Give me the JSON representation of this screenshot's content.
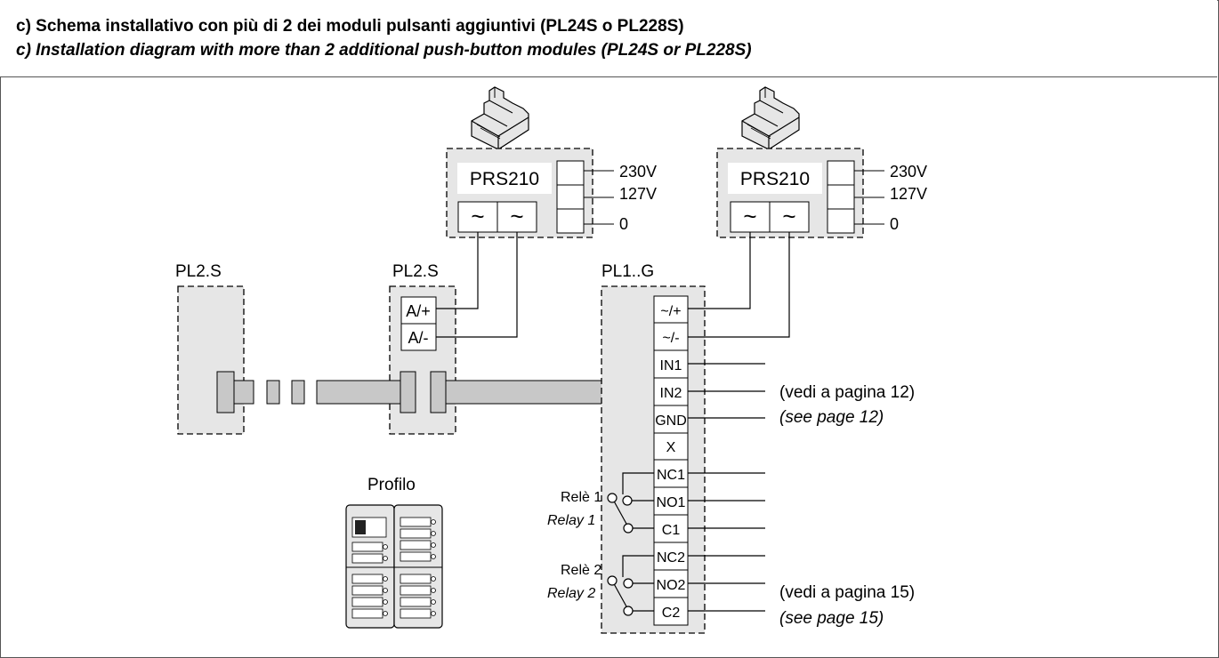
{
  "title": {
    "it": "c) Schema installativo con più di 2 dei moduli pulsanti aggiuntivi (PL24S o PL228S)",
    "en": "c) Installation diagram with more than 2 additional push-button modules (PL24S or PL228S)"
  },
  "psu": {
    "label": "PRS210",
    "v230": "230V",
    "v127": "127V",
    "v0": "0"
  },
  "modules": {
    "pl2s": "PL2.S",
    "pl1g": "PL1..G",
    "a_plus": "A/+",
    "a_minus": "A/-"
  },
  "terminals": {
    "ac_plus": "~/+",
    "ac_minus": "~/-",
    "in1": "IN1",
    "in2": "IN2",
    "gnd": "GND",
    "x": "X",
    "nc1": "NC1",
    "no1": "NO1",
    "c1": "C1",
    "nc2": "NC2",
    "no2": "NO2",
    "c2": "C2"
  },
  "relays": {
    "r1_it": "Relè 1",
    "r1_en": "Relay 1",
    "r2_it": "Relè 2",
    "r2_en": "Relay 2"
  },
  "notes": {
    "page12_it": "(vedi a pagina 12)",
    "page12_en": "(see page 12)",
    "page15_it": "(vedi a pagina 15)",
    "page15_en": "(see page 15)"
  },
  "profile_label": "Profilo",
  "colors": {
    "module_fill": "#e6e6e6",
    "cable_fill": "#c8c8c8",
    "line": "#000000"
  }
}
